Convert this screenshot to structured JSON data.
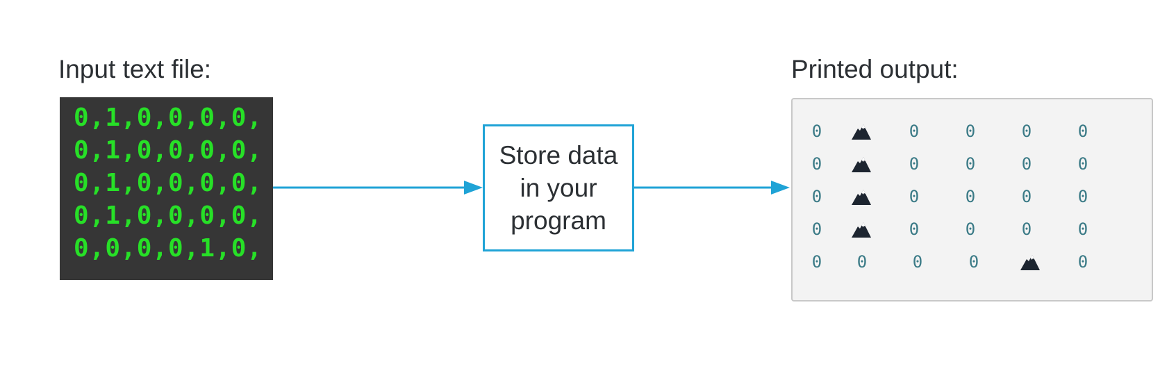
{
  "input": {
    "heading": "Input text file:",
    "lines": [
      "0,1,0,0,0,0,",
      "0,1,0,0,0,0,",
      "0,1,0,0,0,0,",
      "0,1,0,0,0,0,",
      "0,0,0,0,1,0,"
    ]
  },
  "process": {
    "label_lines": [
      "Store data",
      "in your",
      "program"
    ]
  },
  "output": {
    "heading": "Printed output:",
    "zero_glyph": "0",
    "mountain_icon": "mountain-icon",
    "grid": [
      [
        0,
        1,
        0,
        0,
        0,
        0
      ],
      [
        0,
        1,
        0,
        0,
        0,
        0
      ],
      [
        0,
        1,
        0,
        0,
        0,
        0
      ],
      [
        0,
        1,
        0,
        0,
        0,
        0
      ],
      [
        0,
        0,
        0,
        0,
        1,
        0
      ]
    ]
  },
  "colors": {
    "arrow": "#1fa3d6",
    "input_text": "#27e027",
    "input_bg": "#363636",
    "output_zero": "#3a7a86",
    "mountain": "#1d2530"
  }
}
